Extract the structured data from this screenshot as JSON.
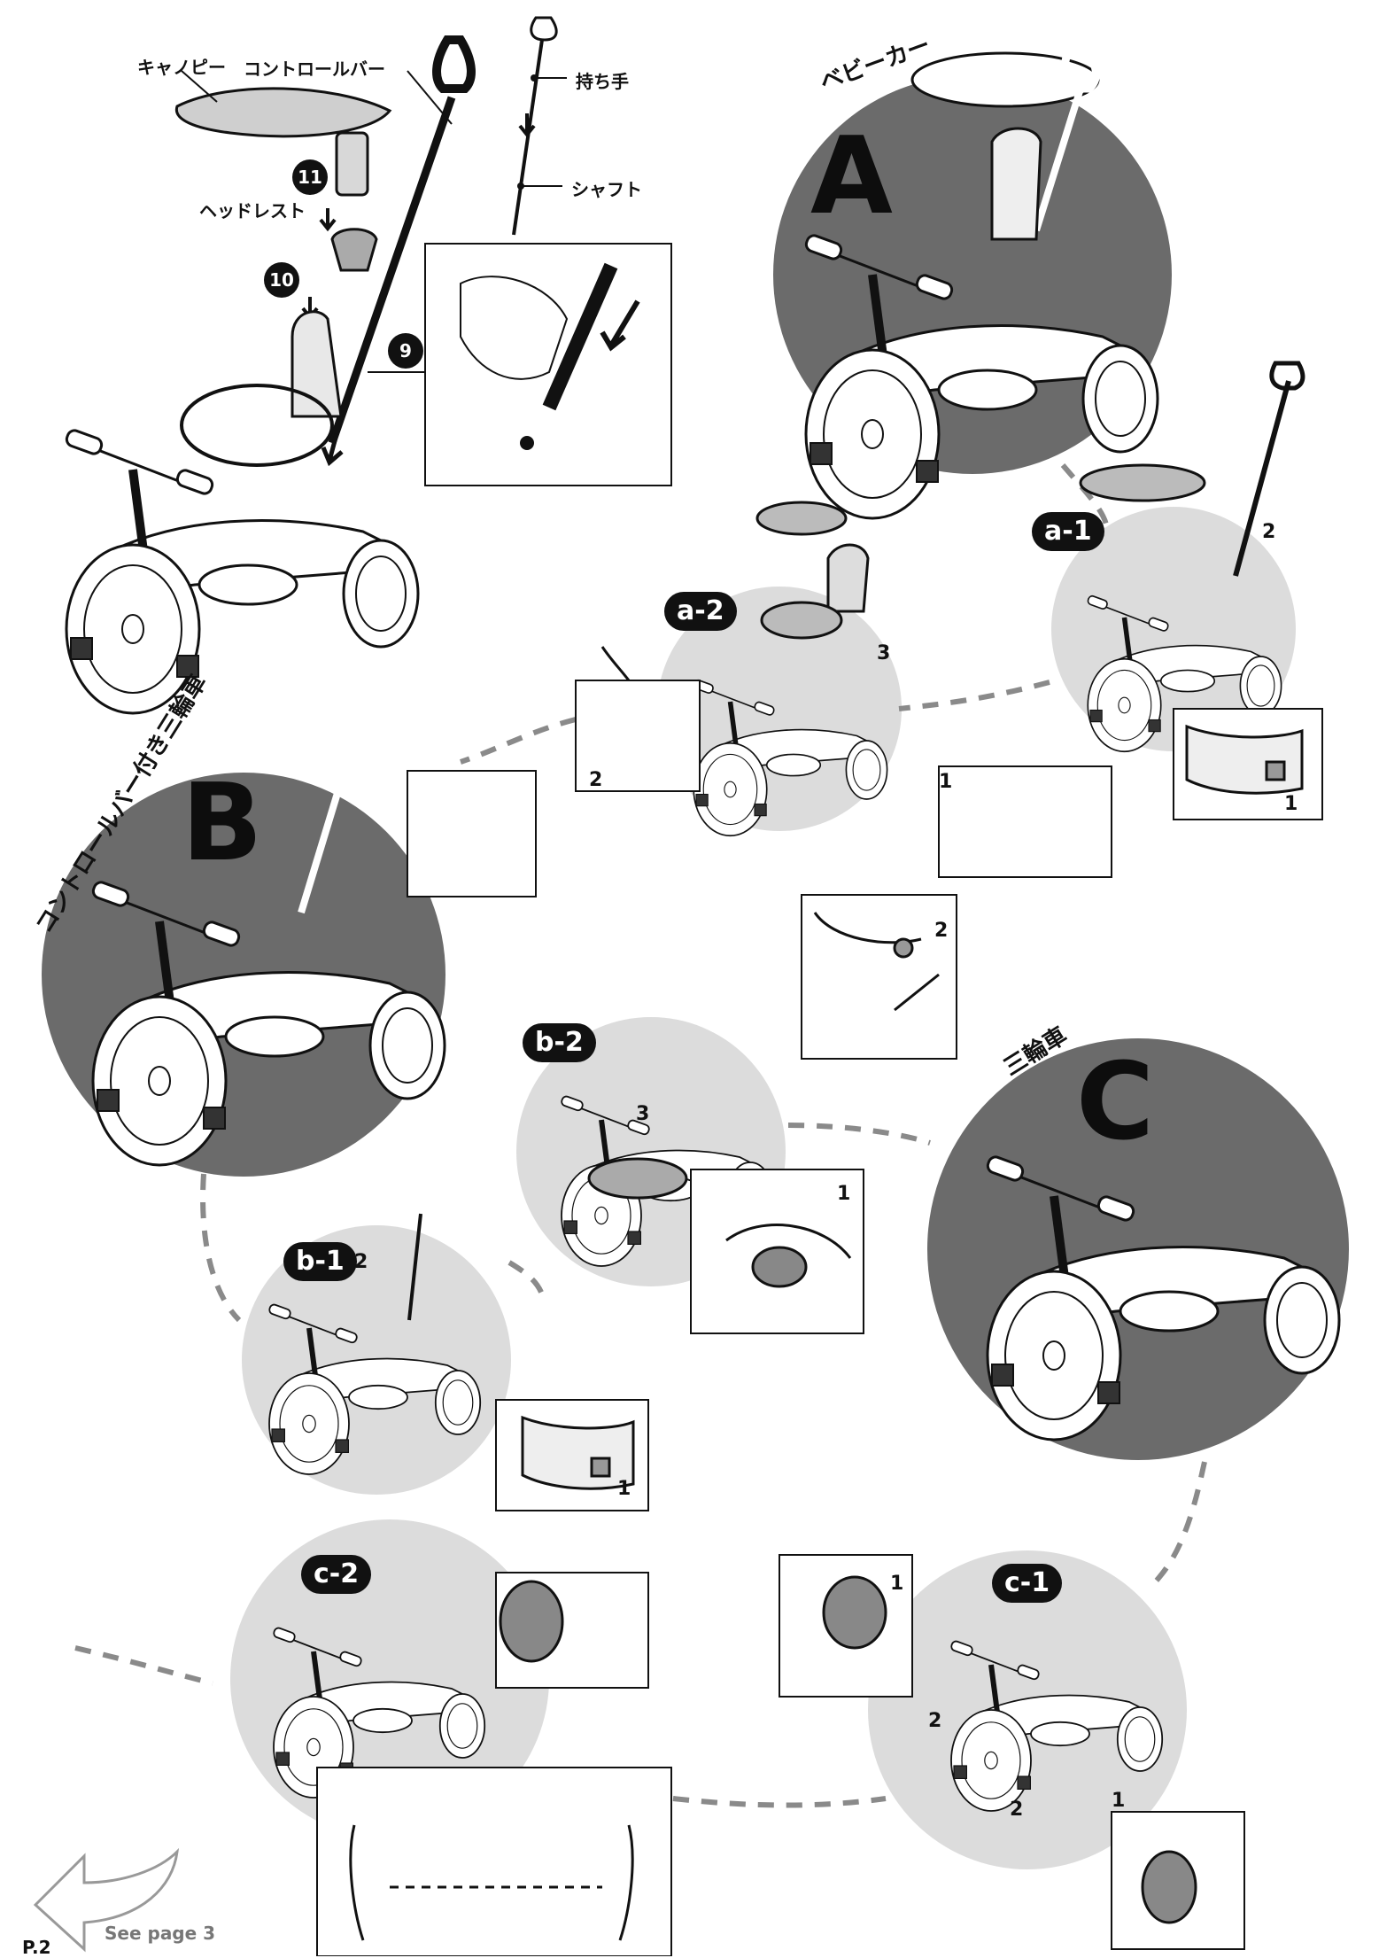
{
  "labels": {
    "canopy": "キャノピー",
    "control_bar": "コントロールバー",
    "handle": "持ち手",
    "shaft": "シャフト",
    "headrest": "ヘッドレスト"
  },
  "steps": {
    "s9": "9",
    "s10": "10",
    "s11": "11"
  },
  "modes": {
    "a": {
      "letter": "A",
      "title": "ベビーカー"
    },
    "b": {
      "letter": "B",
      "title": "コントロールバー付き三輪車"
    },
    "c": {
      "letter": "C",
      "title": "三輪車"
    }
  },
  "pills": {
    "a1": "a-1",
    "a2": "a-2",
    "b1": "b-1",
    "b2": "b-2",
    "c1": "c-1",
    "c2": "c-2"
  },
  "nums": {
    "one": "1",
    "two": "2",
    "three": "3"
  },
  "footer": {
    "see_page": "See page 3",
    "page": "P.2"
  },
  "colors": {
    "dark_circle": "#6b6b6b",
    "light_circle": "#dcdcdc",
    "line": "#111111",
    "dash": "#8a8a8a"
  }
}
